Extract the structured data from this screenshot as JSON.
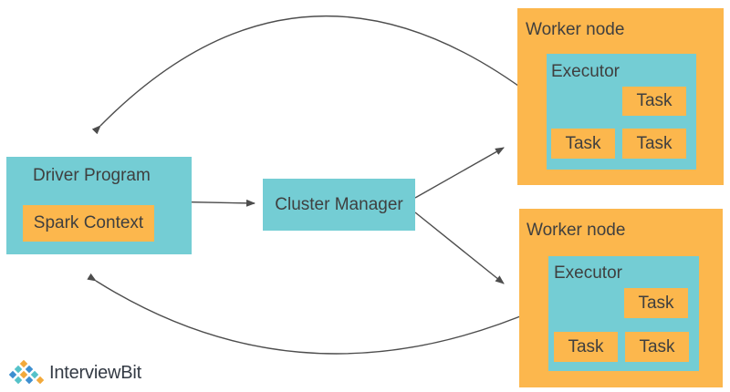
{
  "driver": {
    "title": "Driver Program",
    "context": "Spark Context"
  },
  "cluster_manager": {
    "label": "Cluster Manager"
  },
  "worker_nodes": [
    {
      "title": "Worker node",
      "executor": "Executor",
      "tasks": [
        "Task",
        "Task",
        "Task"
      ]
    },
    {
      "title": "Worker node",
      "executor": "Executor",
      "tasks": [
        "Task",
        "Task",
        "Task"
      ]
    }
  ],
  "brand": {
    "name": "InterviewBit"
  },
  "colors": {
    "teal": "#74cdd4",
    "orange": "#fcb74d",
    "arrow": "#4d4d4d",
    "text": "#3f3f3f"
  }
}
